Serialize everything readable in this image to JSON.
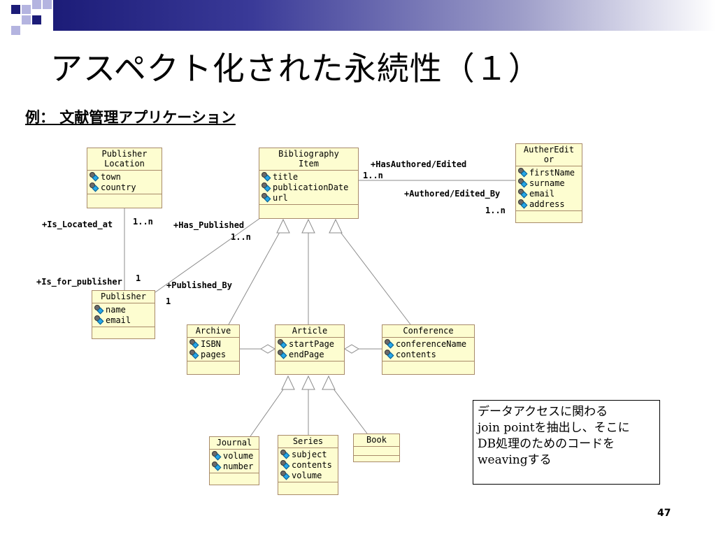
{
  "slide": {
    "title": "アスペクト化された永続性（１）",
    "subtitle": "例：  文献管理アプリケーション",
    "page_number": "47"
  },
  "classes": {
    "publisher_location": {
      "name": "Publisher\nLocation",
      "attrs": [
        "town",
        "country"
      ]
    },
    "bibliography_item": {
      "name": "Bibliography\nItem",
      "attrs": [
        "title",
        "publicationDate",
        "url"
      ]
    },
    "auther_editor": {
      "name": "AutherEdit\nor",
      "attrs": [
        "firstName",
        "surname",
        "email",
        "address"
      ]
    },
    "publisher": {
      "name": "Publisher",
      "attrs": [
        "name",
        "email"
      ]
    },
    "archive": {
      "name": "Archive",
      "attrs": [
        "ISBN",
        "pages"
      ]
    },
    "article": {
      "name": "Article",
      "attrs": [
        "startPage",
        "endPage"
      ]
    },
    "conference": {
      "name": "Conference",
      "attrs": [
        "conferenceName",
        "contents"
      ]
    },
    "journal": {
      "name": "Journal",
      "attrs": [
        "volume",
        "number"
      ]
    },
    "series": {
      "name": "Series",
      "attrs": [
        "subject",
        "contents",
        "volume"
      ]
    },
    "book": {
      "name": "Book",
      "attrs": []
    }
  },
  "labels": {
    "has_authored": "+HasAuthored/Edited",
    "has_authored_mult": "1..n",
    "authored_by": "+Authored/Edited_By",
    "authored_by_mult": "1..n",
    "is_located_at": "+Is_Located_at",
    "is_located_mult": "1..n",
    "has_published": "+Has_Published",
    "has_published_mult": "1..n",
    "is_for_publisher": "+Is_for_publisher",
    "is_for_publisher_mult": "1",
    "published_by": "+Published_By",
    "published_by_mult": "1"
  },
  "note": {
    "lines": [
      "データアクセスに関わる",
      "join pointを抽出し、そこに",
      "DB処理のためのコードを",
      "weavingする"
    ]
  },
  "colors": {
    "class_fill": "#fdfdd0",
    "class_border": "#a88a6a",
    "edge": "#8c8c8c",
    "corner_navy": "#1c1c78",
    "corner_light": "#b4b4e0"
  }
}
